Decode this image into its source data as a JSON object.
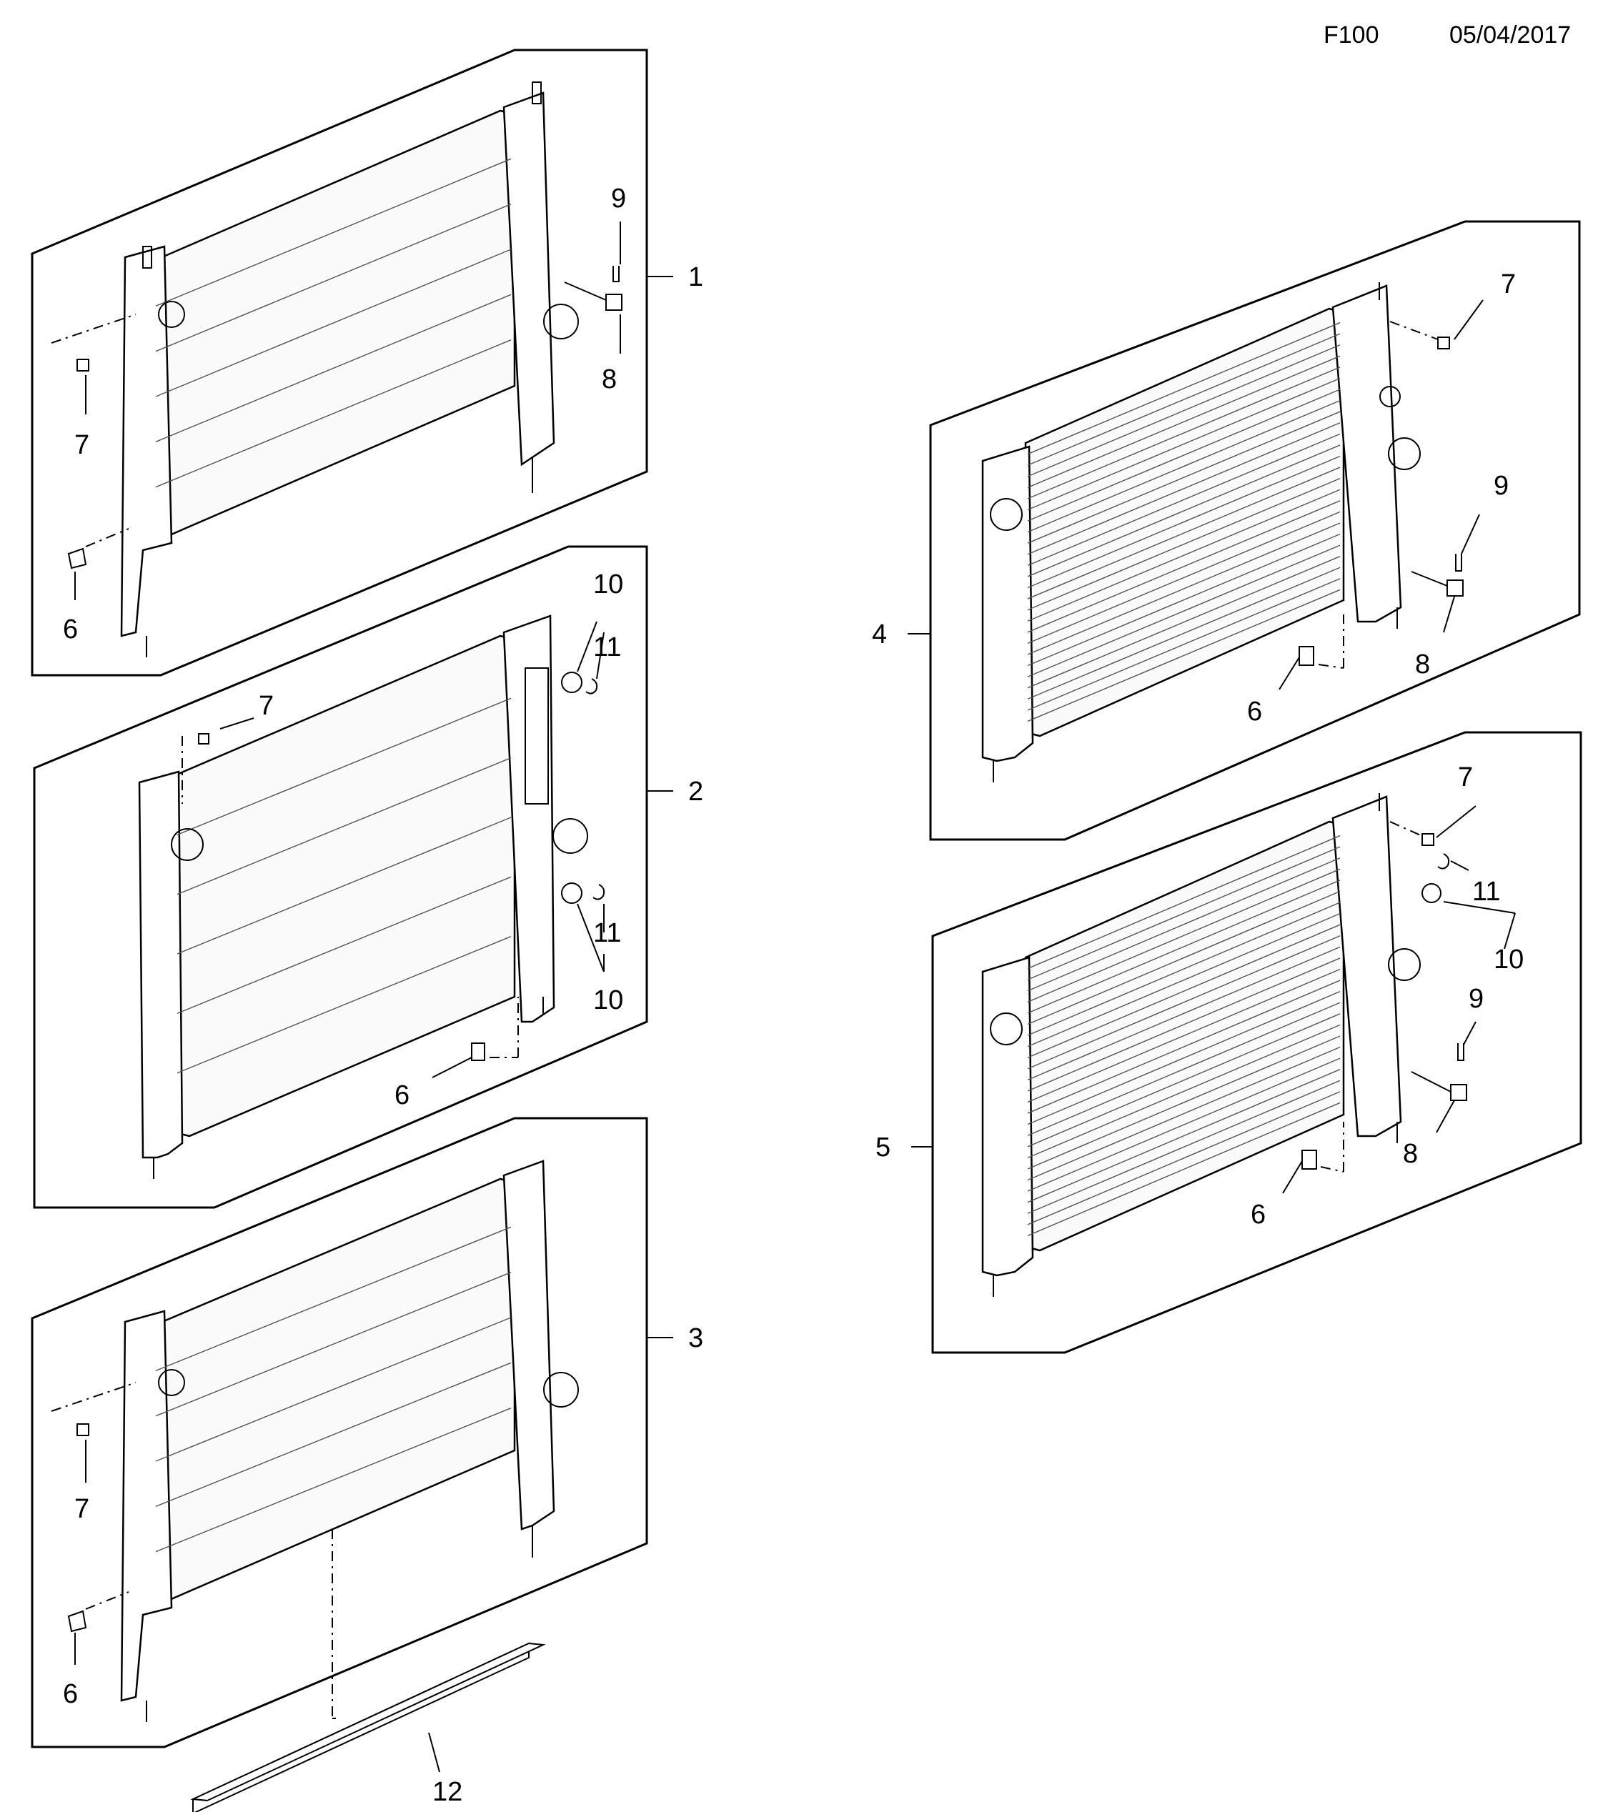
{
  "header": {
    "code": "F100",
    "date": "05/04/2017"
  },
  "assemblies": [
    {
      "id": "radiator-1",
      "label": "1",
      "callouts": [
        "9",
        "8",
        "7",
        "6"
      ]
    },
    {
      "id": "radiator-2",
      "label": "2",
      "callouts": [
        "10",
        "11",
        "7",
        "11",
        "10",
        "6"
      ]
    },
    {
      "id": "radiator-3",
      "label": "3",
      "callouts": [
        "7",
        "6",
        "12"
      ]
    },
    {
      "id": "radiator-4",
      "label": "4",
      "callouts": [
        "7",
        "9",
        "8",
        "6"
      ]
    },
    {
      "id": "radiator-5",
      "label": "5",
      "callouts": [
        "7",
        "11",
        "10",
        "9",
        "8",
        "6"
      ]
    }
  ],
  "colors": {
    "line": "#000000",
    "background": "#ffffff"
  }
}
